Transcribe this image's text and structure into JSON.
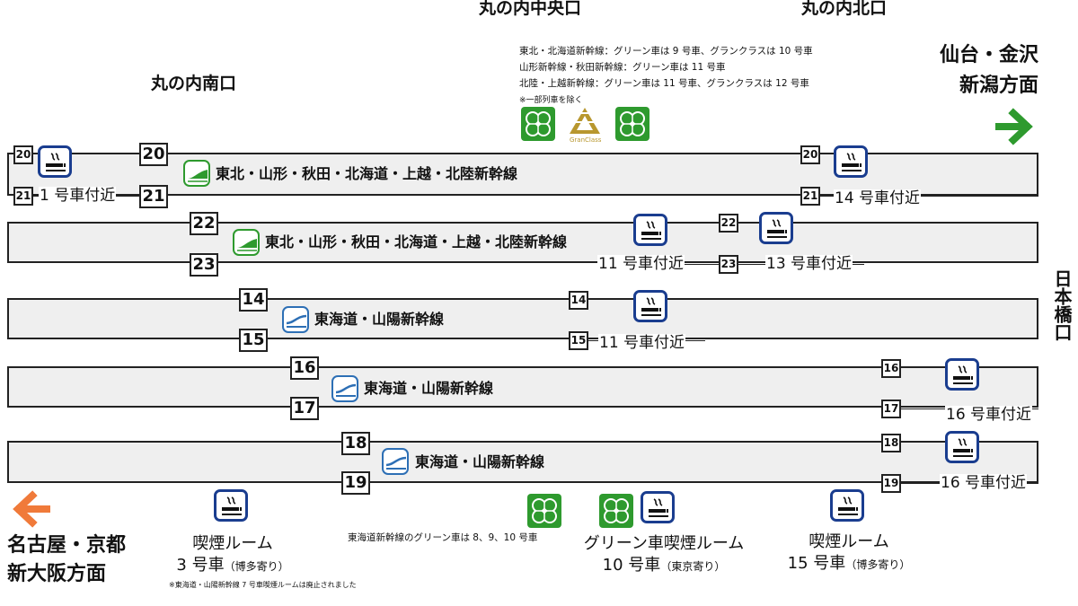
{
  "exits": {
    "marunouchi_central": "丸の内中央口",
    "marunouchi_north": "丸の内北口",
    "marunouchi_south": "丸の内南口",
    "nihonbashi": "日本橋口"
  },
  "directions": {
    "east_line1": "仙台・金沢",
    "east_line2": "新潟方面",
    "west_line1": "名古屋・京都",
    "west_line2": "新大阪方面",
    "east_arrow_color": "#2e9a2e",
    "west_arrow_color": "#f07a3a"
  },
  "green_car_info": {
    "line1": "東北・北海道新幹線：グリーン車は 9 号車、グランクラスは 10 号車",
    "line2": "山形新幹線・秋田新幹線：グリーン車は 11 号車",
    "line3": "北陸・上越新幹線：グリーン車は 11 号車、グランクラスは 12 号車",
    "note": "※一部列車を除く",
    "granclass_label": "GranClass"
  },
  "platforms": [
    {
      "line": "東北・山形・秋田・北海道・上越・北陸新幹線",
      "icon": "tohoku-shinkansen-icon",
      "left_tracks": [
        "20",
        "21"
      ],
      "mid_tracks": [],
      "right_tracks": [
        "20",
        "21"
      ],
      "near_left": "1 号車付近",
      "near_mid": "",
      "near_right": "14 号車付近"
    },
    {
      "line": "東北・山形・秋田・北海道・上越・北陸新幹線",
      "icon": "tohoku-shinkansen-icon",
      "left_tracks": [
        "22",
        "23"
      ],
      "right_tracks": [
        "22",
        "23"
      ],
      "near_mid": "11 号車付近",
      "near_right": "13 号車付近"
    },
    {
      "line": "東海道・山陽新幹線",
      "icon": "tokaido-shinkansen-icon",
      "left_tracks": [
        "14",
        "15"
      ],
      "right_tracks": [
        "14",
        "15"
      ],
      "near_right": "11 号車付近"
    },
    {
      "line": "東海道・山陽新幹線",
      "icon": "tokaido-shinkansen-icon",
      "left_tracks": [
        "16",
        "17"
      ],
      "right_tracks": [
        "16",
        "17"
      ],
      "near_right": "16 号車付近"
    },
    {
      "line": "東海道・山陽新幹線",
      "icon": "tokaido-shinkansen-icon",
      "left_tracks": [
        "18",
        "19"
      ],
      "right_tracks": [
        "18",
        "19"
      ],
      "near_right": "16 号車付近"
    }
  ],
  "tokaido_green_info": "東海道新幹線のグリーン車は 8、9、10 号車",
  "smoking_rooms": [
    {
      "title": "喫煙ルーム",
      "car": "3 号車",
      "side": "（博多寄り）"
    },
    {
      "title": "グリーン車喫煙ルーム",
      "car": "10 号車",
      "side": "（東京寄り）"
    },
    {
      "title": "喫煙ルーム",
      "car": "15 号車",
      "side": "（博多寄り）"
    }
  ],
  "abolished_note": "※東海道・山陽新幹線 7 号車喫煙ルームは廃止されました",
  "colors": {
    "smoking_blue": "#1a3d8f",
    "green_car": "#2e9a2e",
    "granclass_gold": "#b8972e",
    "tokaido_blue": "#2d6fb5"
  }
}
